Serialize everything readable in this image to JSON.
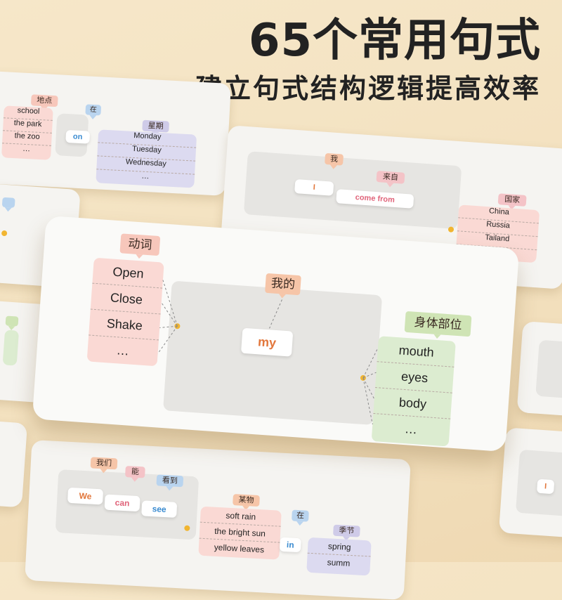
{
  "headline": {
    "line1": "65个常用句式",
    "line2": "建立句式结构逻辑提高效率"
  },
  "card_top_left": {
    "tag_place": "地点",
    "places": [
      "school",
      "the park",
      "the zoo",
      "…"
    ],
    "tag_at": "在",
    "word_on": "on",
    "tag_weekday": "星期",
    "weekdays": [
      "Monday",
      "Tuesday",
      "Wednesday",
      "…"
    ]
  },
  "card_top_right": {
    "tag_i": "我",
    "word_i": "I",
    "tag_from": "来自",
    "word_from": "come from",
    "tag_country": "国家",
    "countries": [
      "China",
      "Russia",
      "Tailand",
      "…"
    ]
  },
  "card_main": {
    "tag_verb": "动词",
    "verbs": [
      "Open",
      "Close",
      "Shake",
      "…"
    ],
    "tag_my": "我的",
    "word_my": "my",
    "tag_body": "身体部位",
    "body_parts": [
      "mouth",
      "eyes",
      "body",
      "…"
    ]
  },
  "card_bottom": {
    "tag_we": "我们",
    "tag_can": "能",
    "tag_see": "看到",
    "words": [
      "We",
      "can",
      "see"
    ],
    "tag_thing": "某物",
    "things": [
      "soft rain",
      "the bright sun",
      "yellow leaves"
    ],
    "tag_in": "在",
    "word_in": "in",
    "tag_season": "季节",
    "seasons": [
      "spring",
      "summ"
    ]
  },
  "card_bottom_right": {
    "word_i": "I"
  },
  "colors": {
    "accent_orange": "#e2773c",
    "accent_pink": "#e0647a",
    "accent_blue": "#3a8bd0",
    "dot": "#f1b531"
  }
}
